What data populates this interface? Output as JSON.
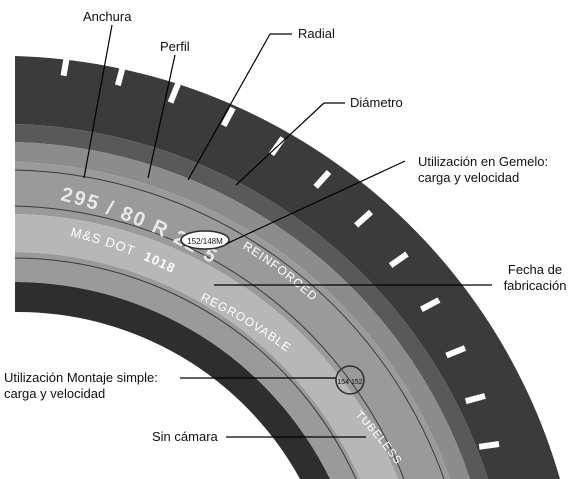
{
  "colors": {
    "tread": "#3b3b3b",
    "shoulder": "#595959",
    "sidewall_upper": "#8c8c8c",
    "sidewall_mid": "#b7b7b7",
    "sidewall_band": "#9a9a9a",
    "bead_dark": "#2e2e2e",
    "embossed_text": "#e8e8e8",
    "leader_line": "#000000"
  },
  "sidewall": {
    "size_code": "295 / 80 R 22 5",
    "load_index_badge": "152/148M",
    "marking_ms_dot": "M&S DOT",
    "marking_date": "1018",
    "marking_regroovable": "REGROOVABLE",
    "marking_reinforced": "REINFORCED",
    "marking_tubeless": "TUBELESS",
    "marking_single_index": "154 152"
  },
  "labels": {
    "width": "Anchura",
    "profile": "Perfil",
    "radial": "Radial",
    "diameter": "Diámetro",
    "dual_use_line1": "Utilización en Gemelo:",
    "dual_use_line2": "carga y velocidad",
    "manufacture_date_line1": "Fecha de",
    "manufacture_date_line2": "fabricación",
    "single_use_line1": "Utilización Montaje simple:",
    "single_use_line2": "carga y velocidad",
    "tubeless": "Sin cámara"
  }
}
